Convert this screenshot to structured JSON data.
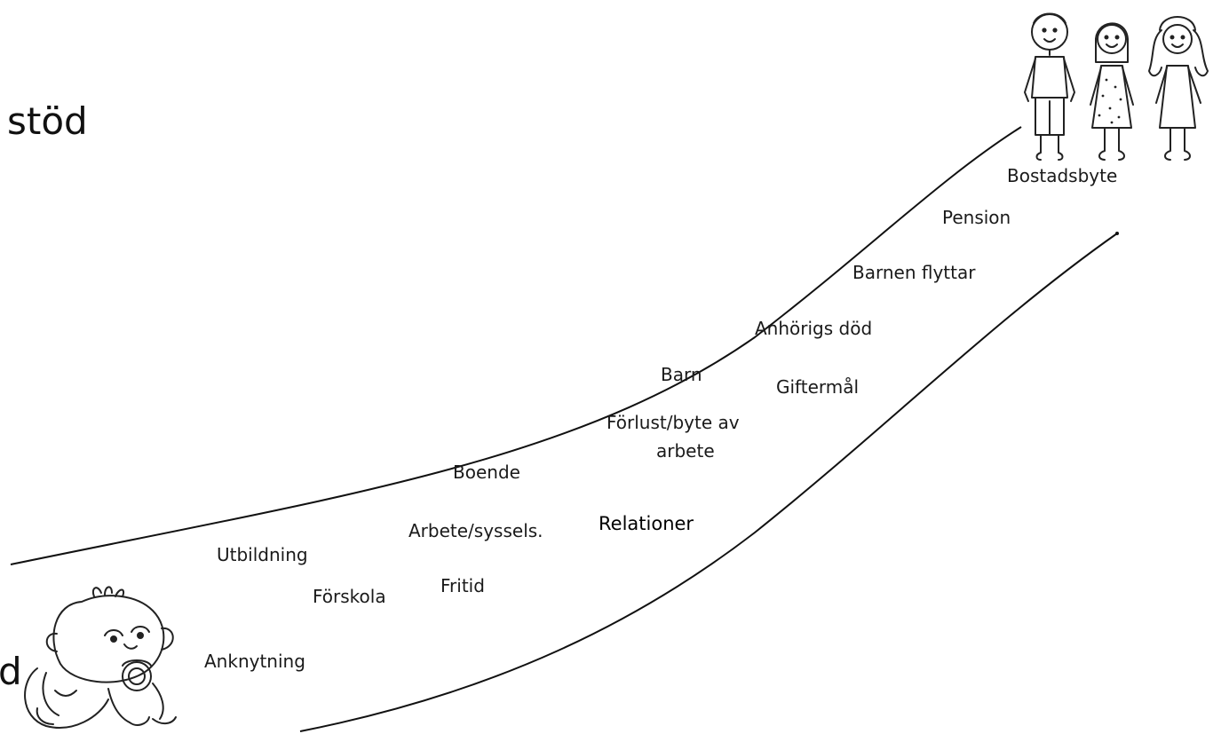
{
  "side_text": {
    "top": "stöd",
    "bottom": "d"
  },
  "labels": {
    "bostadsbyte": "Bostadsbyte",
    "pension": "Pension",
    "barnen_flyttar": "Barnen flyttar",
    "anhorigs_dod": "Anhörigs död",
    "barn": "Barn",
    "giftermal": "Giftermål",
    "forlust_line1": "Förlust/byte  av",
    "forlust_line2": "arbete",
    "boende": "Boende",
    "arbete_syssels": "Arbete/syssels.",
    "relationer": "Relationer",
    "utbildning": "Utbildning",
    "forskola": "Förskola",
    "fritid": "Fritid",
    "anknytning": "Anknytning"
  },
  "illustrations": {
    "baby": "baby-with-pacifier-drawing",
    "family": "three-adult-stick-figures-drawing"
  }
}
